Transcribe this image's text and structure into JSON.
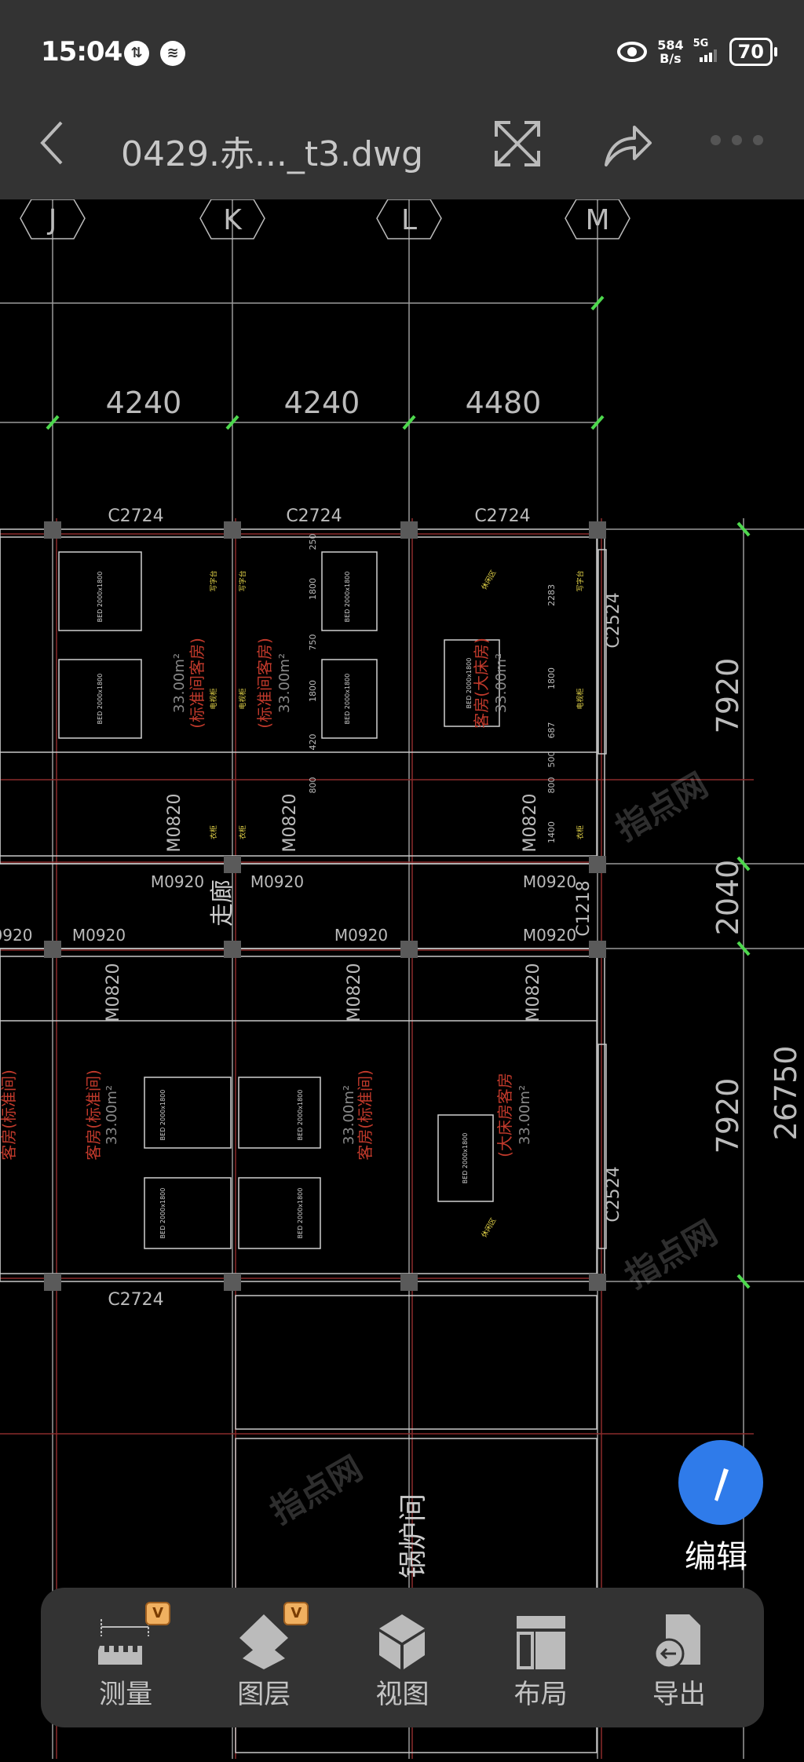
{
  "status_bar": {
    "time": "15:04",
    "speed_value": "584",
    "speed_unit": "B/s",
    "network": "5G",
    "battery": "70"
  },
  "header": {
    "title": "0429.赤..._t3.dwg"
  },
  "drawing": {
    "axes": [
      "J",
      "K",
      "L",
      "M"
    ],
    "spans": [
      "4240",
      "4240",
      "4480"
    ],
    "windows_top": [
      "C2724",
      "C2724",
      "C2724"
    ],
    "window_bottom": "C2724",
    "window_side": [
      "C2524",
      "C2524"
    ],
    "window_corridor": "C1218",
    "doors_m0820": [
      "M0820",
      "M0820",
      "M0820",
      "M0820",
      "M0820",
      "M0820"
    ],
    "doors_m0920_upper": [
      "M0920",
      "M0920",
      "M0920"
    ],
    "doors_m0920_lower": [
      "0920",
      "M0920",
      "M0920",
      "M0920"
    ],
    "dims_right": [
      "7920",
      "2040",
      "7920"
    ],
    "dim_total": "26750",
    "inner_dims": [
      "250",
      "1800",
      "750",
      "1800",
      "420",
      "800",
      "2283",
      "1800",
      "687",
      "500",
      "800",
      "1400"
    ],
    "corridor_label": "走廊",
    "boiler_label": "锅炉间",
    "room_area": "33.00m²",
    "room_standard": "(标准间客房)",
    "room_king": "客房(大床房)",
    "room_guest_std": "客房(标准间)",
    "room_king_lower": "(大床房客房",
    "bed_label": "BED 2000x1800",
    "desk_label": "写字台",
    "tv_label": "电视柜",
    "closet_label": "衣柜",
    "lounge_label": "休闲区",
    "watermark": "指点网"
  },
  "fab": {
    "label": "编辑"
  },
  "toolbar": {
    "items": [
      {
        "label": "测量",
        "badge": "V"
      },
      {
        "label": "图层",
        "badge": "V"
      },
      {
        "label": "视图"
      },
      {
        "label": "布局"
      },
      {
        "label": "导出"
      }
    ]
  },
  "colors": {
    "accent": "#2f7bea",
    "bar": "#333333",
    "cad_bg": "#000000",
    "grid_red": "#8b2b2b",
    "dim_green": "#4dd84d",
    "badge": "#f0b060"
  }
}
